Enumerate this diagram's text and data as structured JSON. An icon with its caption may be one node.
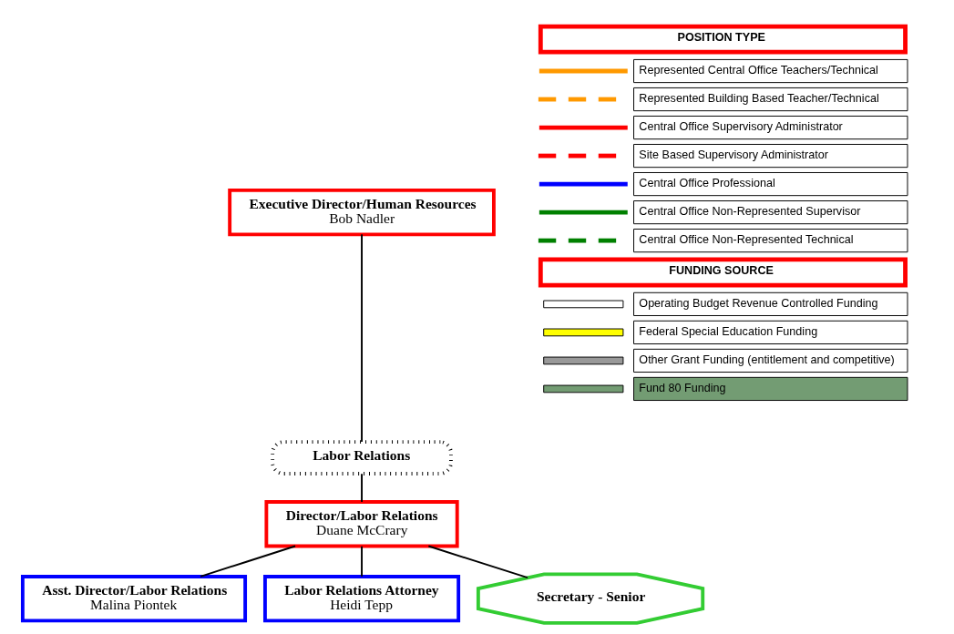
{
  "diagram": {
    "nodes": [
      {
        "text": [
          "Executive Director/Human Resources",
          "Bob Nadler"
        ]
      },
      {
        "text": [
          "Labor Relations"
        ]
      },
      {
        "text": [
          "Director/Labor Relations",
          "Duane McCrary"
        ]
      },
      {
        "text": [
          "Asst. Director/Labor Relations",
          "Malina Piontek"
        ]
      },
      {
        "text": [
          "Labor Relations Attorney",
          "Heidi Tepp"
        ]
      },
      {
        "text": [
          "Secretary - Senior"
        ]
      }
    ],
    "edges": [
      {
        "from": 0,
        "to": 1,
        "arrow": "none"
      },
      {
        "from": 1,
        "to": 2,
        "arrow": "none"
      },
      {
        "from": 2,
        "to": 3,
        "arrow": "none"
      },
      {
        "from": 2,
        "to": 4,
        "arrow": "none"
      },
      {
        "from": 2,
        "to": 5,
        "arrow": "none"
      }
    ],
    "labels": [
      "POSITION TYPE",
      "FUNDING SOURCE"
    ],
    "legend": [
      {
        "text": "Represented Central Office Teachers/Technical"
      },
      {
        "text": "Represented Building Based Teacher/Technical"
      },
      {
        "text": "Central Office Supervisory Administrator"
      },
      {
        "text": "Site Based Supervisory Administrator"
      },
      {
        "text": "Central Office Professional"
      },
      {
        "text": "Central Office Non-Represented Supervisor"
      },
      {
        "text": "Central Office Non-Represented Technical"
      },
      {
        "text": "Operating Budget Revenue Controlled Funding",
        "color": "#ffffff"
      },
      {
        "text": "Federal Special Education Funding",
        "color": "#ffff00"
      },
      {
        "text": "Other Grant Funding (entitlement and competitive)",
        "color": "#999999"
      },
      {
        "text": "Fund 80 Funding",
        "color": "#739c73"
      }
    ]
  }
}
